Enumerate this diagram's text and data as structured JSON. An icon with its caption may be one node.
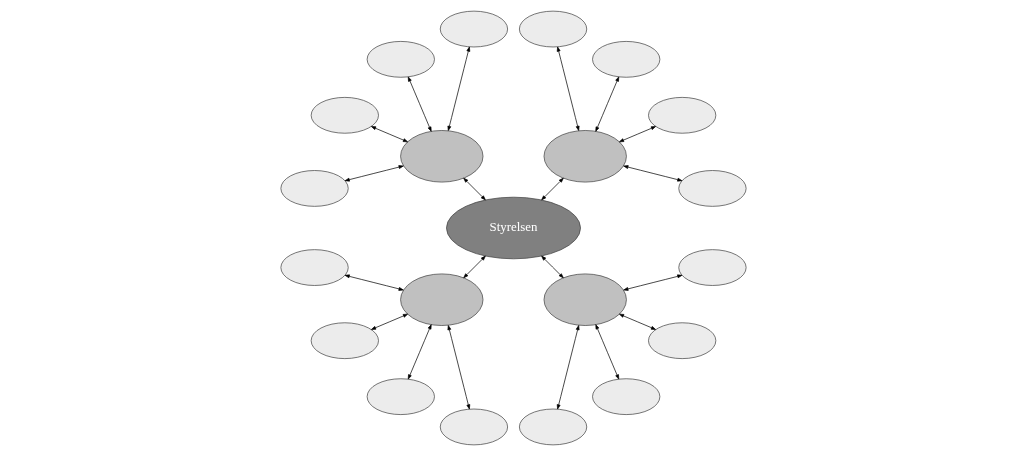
{
  "diagram": {
    "nodes": [
      {
        "text": [
          "Styrelsen"
        ]
      },
      {
        "text": [],
        "shape": "ellipse"
      },
      {
        "text": [],
        "shape": "ellipse"
      },
      {
        "text": [],
        "shape": "ellipse"
      },
      {
        "text": [],
        "shape": "ellipse"
      },
      {
        "text": [],
        "shape": "ellipse"
      },
      {
        "text": [],
        "shape": "ellipse"
      },
      {
        "text": [],
        "shape": "ellipse"
      },
      {
        "text": [],
        "shape": "ellipse"
      },
      {
        "text": [],
        "shape": "ellipse"
      },
      {
        "text": [],
        "shape": "ellipse"
      },
      {
        "text": [],
        "shape": "ellipse"
      },
      {
        "text": [],
        "shape": "ellipse"
      },
      {
        "text": [],
        "shape": "ellipse"
      },
      {
        "text": [],
        "shape": "ellipse"
      },
      {
        "text": [],
        "shape": "ellipse"
      },
      {
        "text": [],
        "shape": "ellipse"
      },
      {
        "text": [],
        "shape": "ellipse"
      },
      {
        "text": [],
        "shape": "ellipse"
      },
      {
        "text": [],
        "shape": "ellipse"
      },
      {
        "text": [],
        "shape": "ellipse"
      }
    ],
    "edges": [
      {
        "from": 1,
        "to": 0,
        "arrow": "both"
      },
      {
        "from": 6,
        "to": 0,
        "arrow": "both"
      },
      {
        "from": 11,
        "to": 0,
        "arrow": "both"
      },
      {
        "from": 16,
        "to": 0,
        "arrow": "both"
      },
      {
        "from": 1,
        "to": 2,
        "arrow": "both"
      },
      {
        "from": 1,
        "to": 3,
        "arrow": "both"
      },
      {
        "from": 1,
        "to": 4,
        "arrow": "both"
      },
      {
        "from": 1,
        "to": 5,
        "arrow": "both"
      },
      {
        "from": 6,
        "to": 7,
        "arrow": "both"
      },
      {
        "from": 6,
        "to": 8,
        "arrow": "both"
      },
      {
        "from": 6,
        "to": 9,
        "arrow": "both"
      },
      {
        "from": 6,
        "to": 10,
        "arrow": "both"
      },
      {
        "from": 11,
        "to": 12,
        "arrow": "both"
      },
      {
        "from": 11,
        "to": 13,
        "arrow": "both"
      },
      {
        "from": 11,
        "to": 14,
        "arrow": "both"
      },
      {
        "from": 11,
        "to": 15,
        "arrow": "both"
      },
      {
        "from": 16,
        "to": 17,
        "arrow": "both"
      },
      {
        "from": 16,
        "to": 18,
        "arrow": "both"
      },
      {
        "from": 16,
        "to": 19,
        "arrow": "both"
      },
      {
        "from": 16,
        "to": 20,
        "arrow": "both"
      }
    ]
  }
}
